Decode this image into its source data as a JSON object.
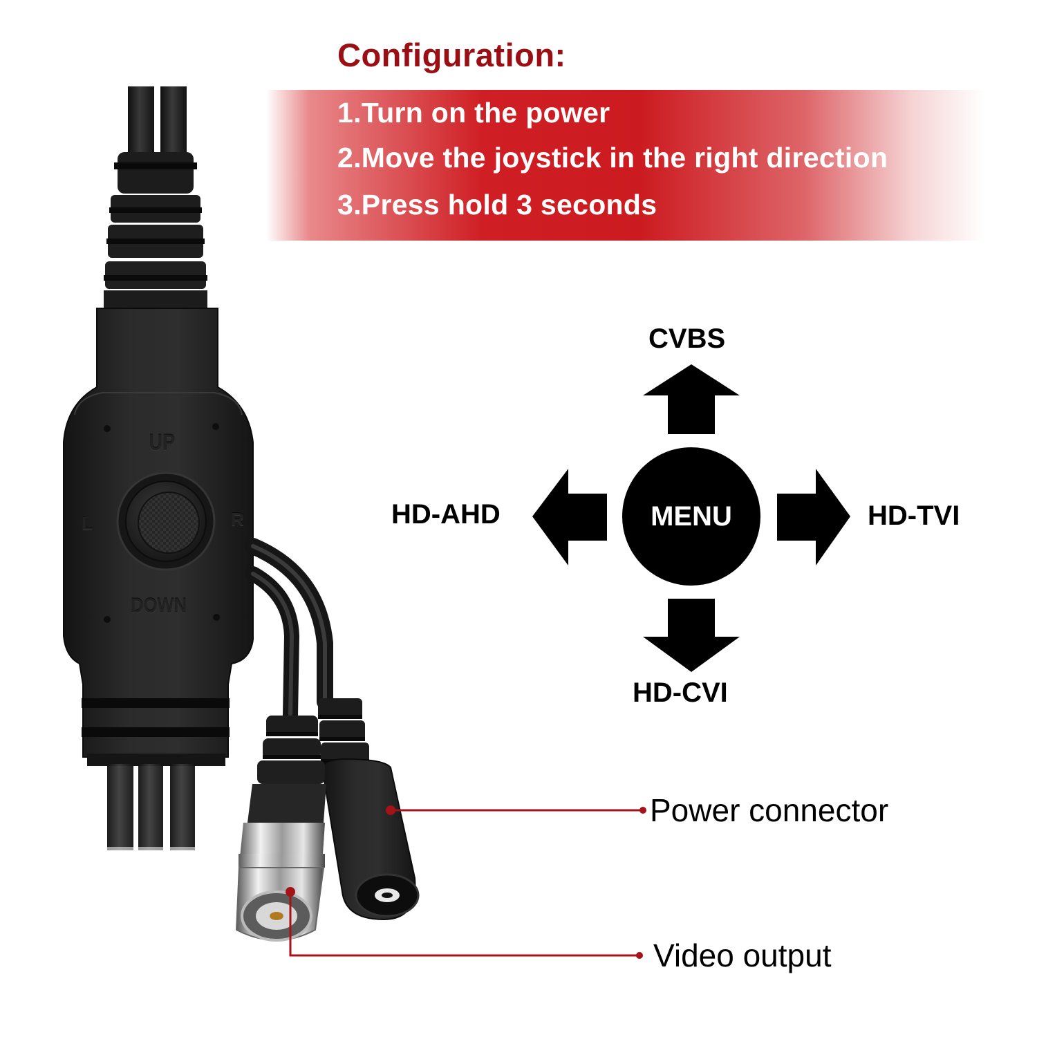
{
  "configuration": {
    "title": "Configuration:",
    "steps": [
      "1.Turn on the power",
      "2.Move the joystick in the right direction",
      "3.Press hold 3 seconds"
    ]
  },
  "joystick_diagram": {
    "center": "MENU",
    "up": "CVBS",
    "left": "HD-AHD",
    "right": "HD-TVI",
    "down": "HD-CVI"
  },
  "board_markings": {
    "up": "UP",
    "down": "DOWN",
    "left": "L",
    "right": "R"
  },
  "callouts": {
    "power": "Power connector",
    "video": "Video output"
  },
  "colors": {
    "accent_red": "#9b0f14",
    "banner_red": "#cc1b20",
    "leader_line": "#a31318",
    "cable_black": "#1e1e1e"
  }
}
